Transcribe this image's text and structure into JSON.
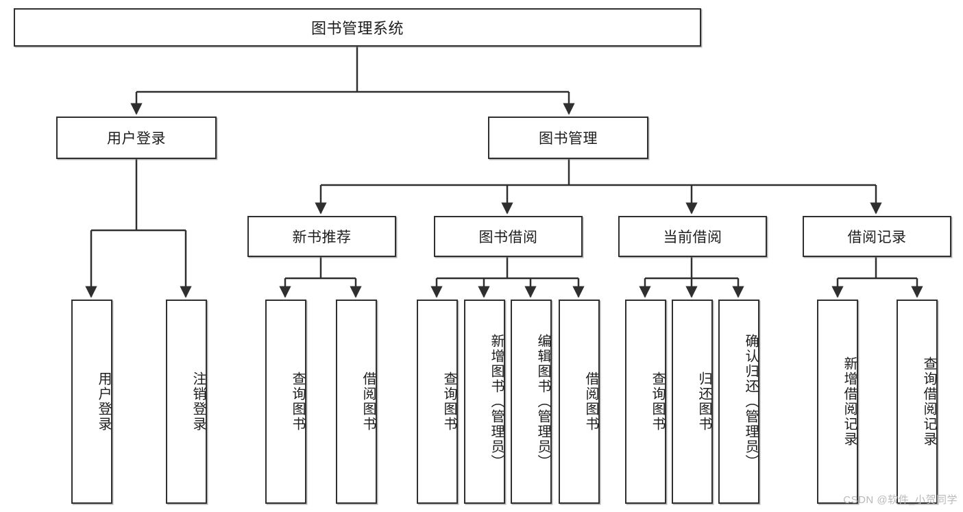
{
  "diagram": {
    "title": "图书管理系统",
    "watermark": "CSDN @软件_小贺同学",
    "line_color": "#2f2f2f",
    "box_border_color": "#2f2f2f",
    "box_fill_color": "#ffffff",
    "text_color": "#1d1d1d",
    "watermark_color": "#b9b9b9"
  },
  "nodes": {
    "root": {
      "label": "图书管理系统"
    },
    "level1": [
      {
        "id": "user-login",
        "label": "用户登录"
      },
      {
        "id": "book-management",
        "label": "图书管理"
      }
    ],
    "level2": [
      {
        "id": "new-book-recommend",
        "label": "新书推荐"
      },
      {
        "id": "book-borrow",
        "label": "图书借阅"
      },
      {
        "id": "current-borrow",
        "label": "当前借阅"
      },
      {
        "id": "borrow-record",
        "label": "借阅记录"
      }
    ],
    "leaves": {
      "user_login": [
        {
          "id": "leaf-user-login",
          "label": "用户登录"
        },
        {
          "id": "leaf-logout-login",
          "label": "注销登录"
        }
      ],
      "new_book_recommend": [
        {
          "id": "leaf-query-book-1",
          "label": "查询图书"
        },
        {
          "id": "leaf-borrow-book-1",
          "label": "借阅图书"
        }
      ],
      "book_borrow": [
        {
          "id": "leaf-query-book-2",
          "label": "查询图书"
        },
        {
          "id": "leaf-add-book",
          "label": "新增图书（管理员）"
        },
        {
          "id": "leaf-edit-book",
          "label": "编辑图书（管理员）"
        },
        {
          "id": "leaf-borrow-book-2",
          "label": "借阅图书"
        }
      ],
      "current_borrow": [
        {
          "id": "leaf-query-book-3",
          "label": "查询图书"
        },
        {
          "id": "leaf-return-book",
          "label": "归还图书"
        },
        {
          "id": "leaf-confirm-return",
          "label": "确认归还（管理员）"
        }
      ],
      "borrow_record": [
        {
          "id": "leaf-add-record",
          "label": "新增借阅记录"
        },
        {
          "id": "leaf-query-record",
          "label": "查询借阅记录"
        }
      ]
    }
  }
}
